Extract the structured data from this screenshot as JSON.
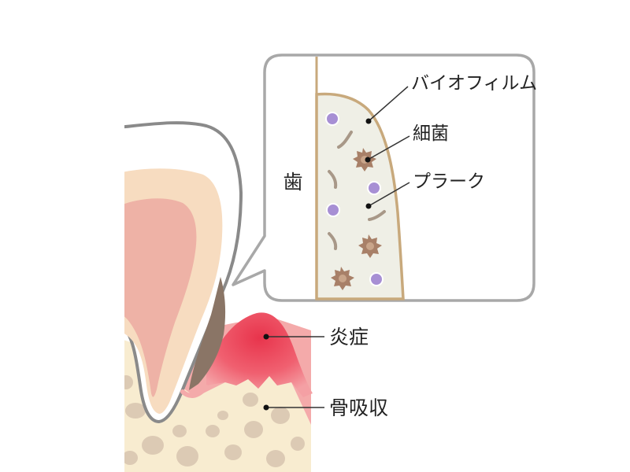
{
  "labels": {
    "tooth": "歯",
    "biofilm": "バイオフィルム",
    "bacteria": "細菌",
    "plaque": "プラーク",
    "inflammation": "炎症",
    "bone_resorption": "骨吸収"
  },
  "colors": {
    "enamel_outline": "#8a8a8a",
    "dentin": "#f7dcc0",
    "pulp": "#eeb2a6",
    "gum": "#f4aaaa",
    "inflamed_gum": "#ec4c5e",
    "bone": "#f8ecd0",
    "bone_pore": "#dccab4",
    "calculus": "#8a7566",
    "callout_border": "#a8a8a8",
    "callout_fill": "#ffffff",
    "plaque_fill": "#efefe6",
    "plaque_edge": "#c8a97c",
    "bacteria_round": "#a78fd4",
    "bacteria_spiky": "#a88068",
    "bacteria_rod": "#a89888",
    "leader_line": "#333333"
  }
}
